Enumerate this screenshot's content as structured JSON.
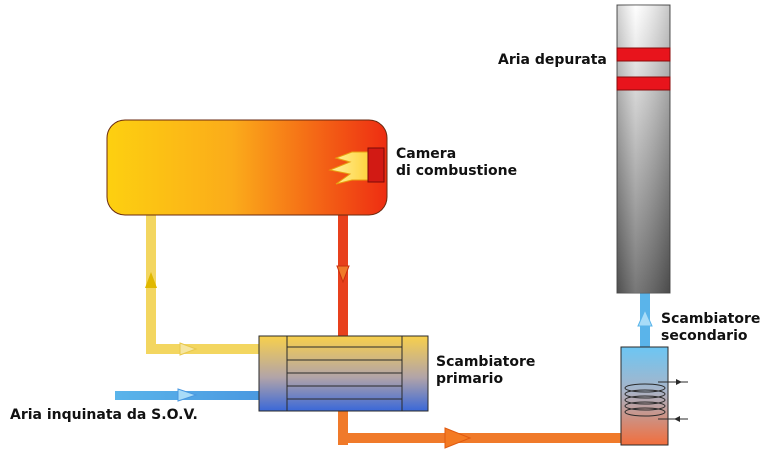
{
  "labels": {
    "clean_air": "Aria depurata",
    "combustion_line1": "Camera",
    "combustion_line2": "di combustione",
    "primary_line1": "Scambiatore",
    "primary_line2": "primario",
    "secondary_line1": "Scambiatore",
    "secondary_line2": "secondario",
    "polluted_air": "Aria inquinata da S.O.V."
  },
  "colors": {
    "hot_red": "#e8401c",
    "hot_orange": "#f07a2a",
    "warm_yellow": "#f3d660",
    "cool_blue": "#5ab4ea",
    "chimney_band": "#e8141c"
  }
}
